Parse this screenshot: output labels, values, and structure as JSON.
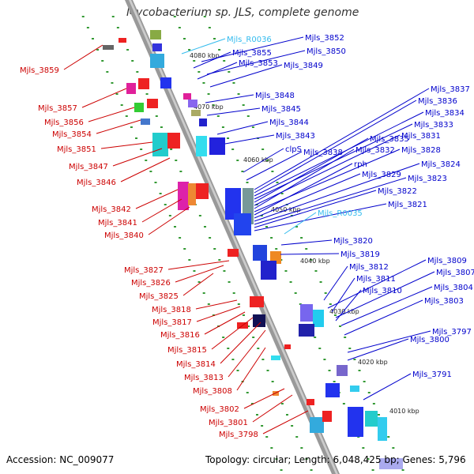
{
  "title": "Mycobacterium sp. JLS, complete genome",
  "accession": "Accession: NC_009077",
  "summary": "Topology: circular; Length: 6,048,425 bp; Genes: 5,796",
  "scale_ticks": [
    "4080 kbp",
    "4070 kbp",
    "4060 kbp",
    "4050 kbp",
    "4040 kbp",
    "4030 kbp",
    "4020 kbp",
    "4010 kbp"
  ],
  "left_labels": [
    "Mjls_3859",
    "Mjls_3857",
    "Mjls_3856",
    "Mjls_3854",
    "Mjls_3851",
    "Mjls_3847",
    "Mjls_3846",
    "Mjls_3842",
    "Mjls_3841",
    "Mjls_3840",
    "Mjls_3827",
    "Mjls_3826",
    "Mjls_3825",
    "Mjls_3818",
    "Mjls_3817",
    "Mjls_3816",
    "Mjls_3815",
    "Mjls_3814",
    "Mjls_3813",
    "Mjls_3808",
    "Mjls_3802",
    "Mjls_3801",
    "Mjls_3798"
  ],
  "right_labels": [
    "Mjls_R0036",
    "Mjls_3852",
    "Mjls_3855",
    "Mjls_3850",
    "Mjls_3853",
    "Mjls_3849",
    "Mjls_3848",
    "Mjls_3845",
    "Mjls_3844",
    "Mjls_3843",
    "clpS",
    "Mjls_3838",
    "Mjls_3837",
    "Mjls_3836",
    "Mjls_3834",
    "Mjls_3833",
    "Mjls_3835",
    "Mjls_3831",
    "Mjls_3832",
    "Mjls_3828",
    "rph",
    "Mjls_3829",
    "Mjls_3824",
    "Mjls_3823",
    "Mjls_3822",
    "Mjls_3821",
    "Mjls_R0035",
    "Mjls_3820",
    "Mjls_3819",
    "Mjls_3812",
    "Mjls_3809",
    "Mjls_3811",
    "Mjls_3807",
    "Mjls_3810",
    "Mjls_3804",
    "Mjls_3803",
    "Mjls_3797",
    "Mjls_3800",
    "Mjls_3791"
  ],
  "colors": {
    "left_label": "#cc0000",
    "right_label": "#0000cc",
    "rna_label": "#33bbee",
    "backbone": "#999999",
    "dot_track": "#339933"
  }
}
